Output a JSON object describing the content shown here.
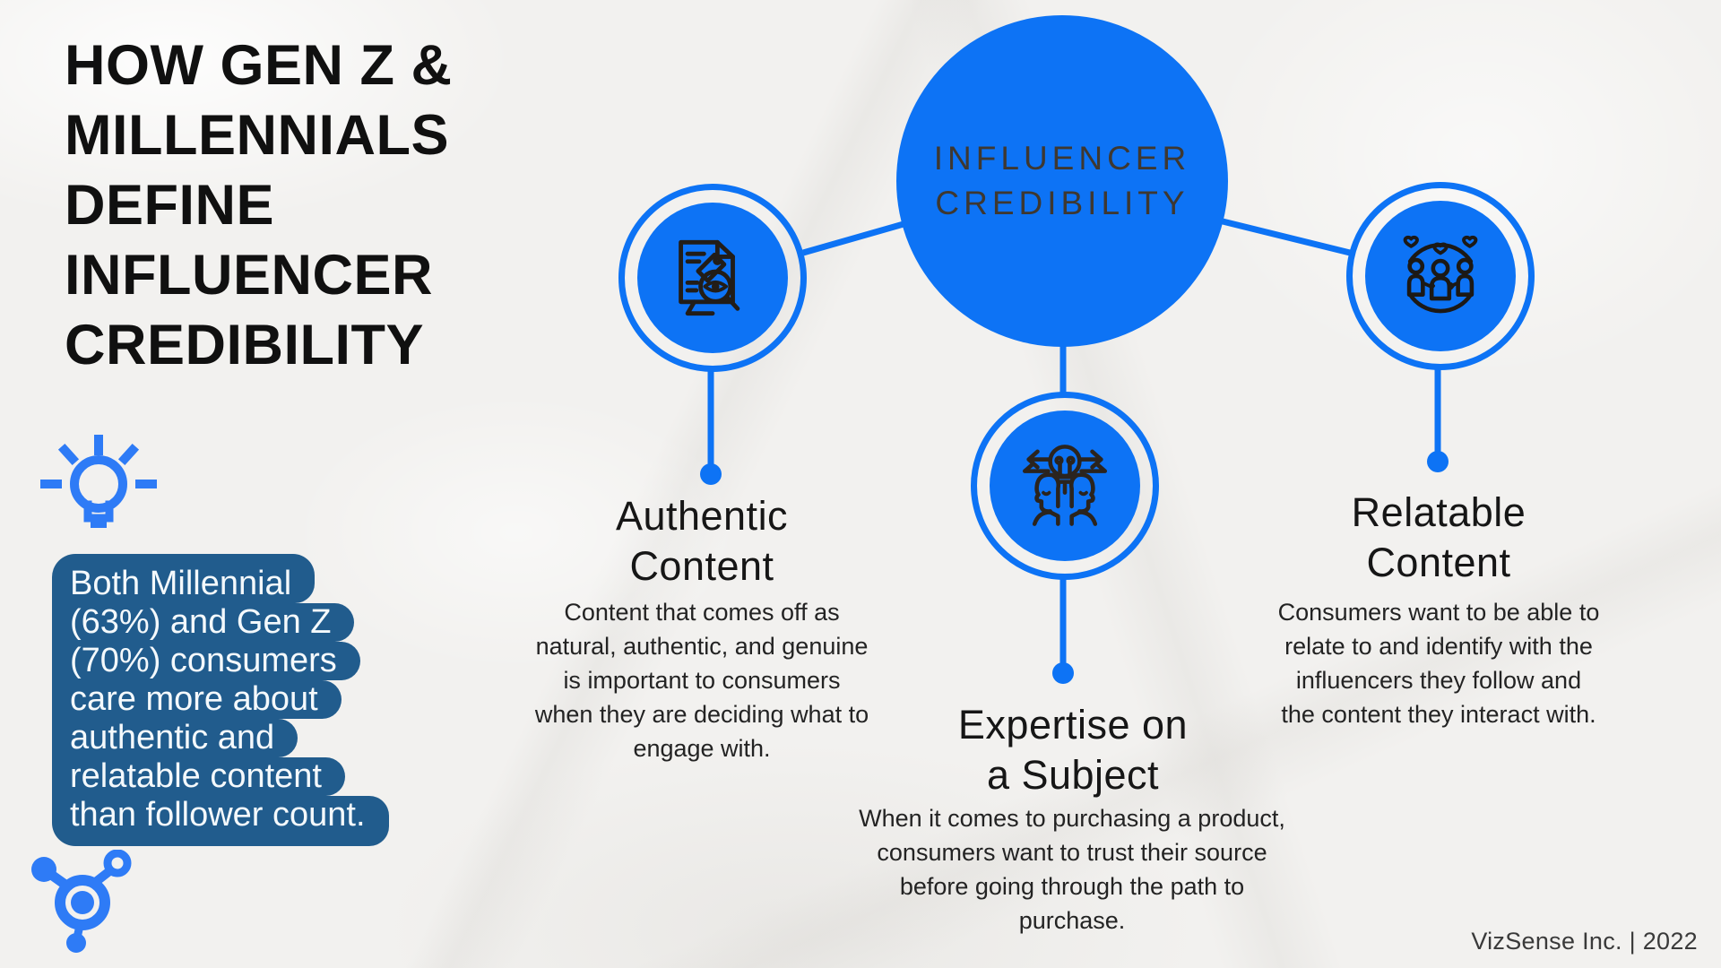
{
  "page": {
    "title_lines": [
      "HOW GEN Z &",
      "MILLENNIALS",
      "DEFINE",
      "INFLUENCER",
      "CREDIBILITY"
    ],
    "footer": "VizSense Inc. | 2022"
  },
  "quote": {
    "lines": [
      "Both Millennial",
      "(63%) and Gen Z",
      "(70%) consumers",
      "care more about",
      "authentic and",
      "relatable content",
      "than follower count."
    ]
  },
  "hub": {
    "label_lines": [
      "INFLUENCER",
      "CREDIBILITY"
    ]
  },
  "nodes": [
    {
      "id": "authentic-content",
      "icon": "content-review-icon",
      "title_lines": [
        "Authentic",
        "Content"
      ],
      "description": "Content that comes off as natural, authentic, and genuine is important to consumers when they are deciding what to engage with."
    },
    {
      "id": "expertise-subject",
      "icon": "expertise-minds-icon",
      "title_lines": [
        "Expertise on",
        "a Subject"
      ],
      "description": "When it comes to purchasing a product, consumers want to trust their source before going through the path to purchase."
    },
    {
      "id": "relatable-content",
      "icon": "community-hearts-icon",
      "title_lines": [
        "Relatable",
        "Content"
      ],
      "description": "Consumers want to be able to relate to and identify with the influencers they follow and the content they interact with."
    }
  ],
  "colors": {
    "accent": "#0d73f5",
    "icon-blue": "#2e7bf6",
    "navy": "#215c8d",
    "ink": "#101010",
    "center-text": "#3e3831",
    "paper": "#f2f1ef"
  }
}
